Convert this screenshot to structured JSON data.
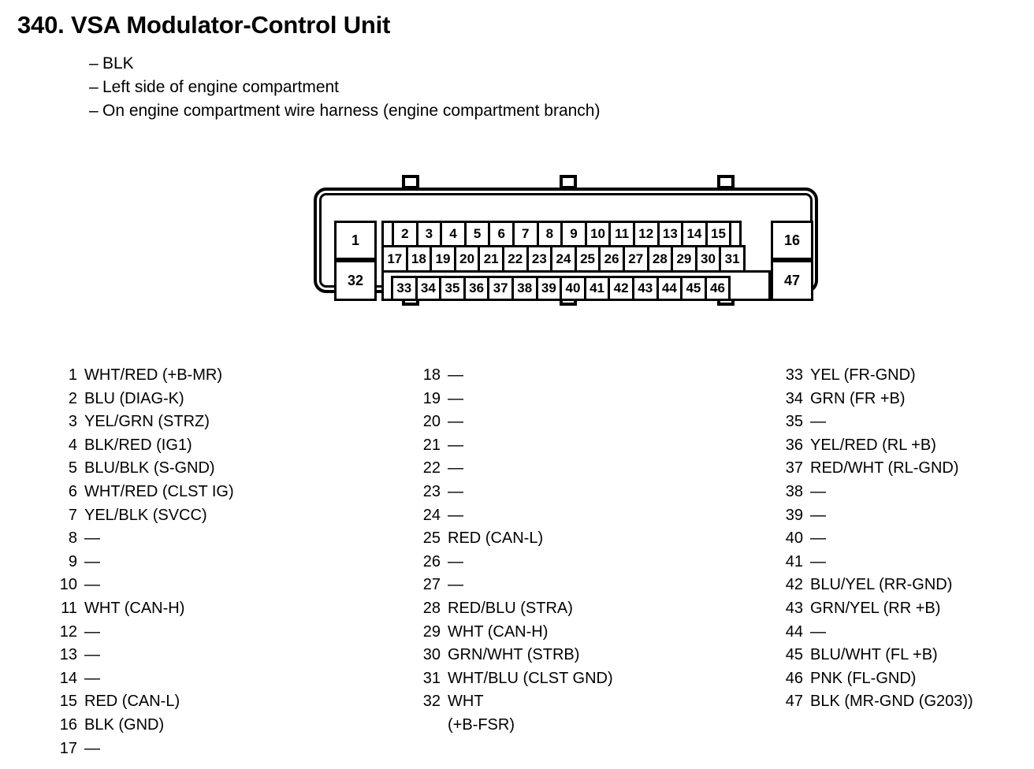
{
  "header": {
    "title": "340. VSA Modulator-Control Unit",
    "bullets": [
      "BLK",
      "Left side of engine compartment",
      "On engine compartment wire harness (engine compartment branch)"
    ],
    "bullet_dash": "–"
  },
  "connector": {
    "end_cells": {
      "top_left": "1",
      "top_right": "16",
      "bottom_left": "32",
      "bottom_right": "47"
    },
    "row1": [
      "2",
      "3",
      "4",
      "5",
      "6",
      "7",
      "8",
      "9",
      "10",
      "11",
      "12",
      "13",
      "14",
      "15"
    ],
    "row2": [
      "17",
      "18",
      "19",
      "20",
      "21",
      "22",
      "23",
      "24",
      "25",
      "26",
      "27",
      "28",
      "29",
      "30",
      "31"
    ],
    "row3": [
      "33",
      "34",
      "35",
      "36",
      "37",
      "38",
      "39",
      "40",
      "41",
      "42",
      "43",
      "44",
      "45",
      "46"
    ]
  },
  "pin_list": {
    "empty_marker": "—",
    "column1": [
      {
        "no": "1",
        "val": "WHT/RED (+B-MR)"
      },
      {
        "no": "2",
        "val": "BLU (DIAG-K)"
      },
      {
        "no": "3",
        "val": "YEL/GRN (STRZ)"
      },
      {
        "no": "4",
        "val": "BLK/RED (IG1)"
      },
      {
        "no": "5",
        "val": "BLU/BLK (S-GND)"
      },
      {
        "no": "6",
        "val": "WHT/RED (CLST IG)"
      },
      {
        "no": "7",
        "val": "YEL/BLK (SVCC)"
      },
      {
        "no": "8",
        "val": "—"
      },
      {
        "no": "9",
        "val": "—"
      },
      {
        "no": "10",
        "val": "—"
      },
      {
        "no": "11",
        "val": "WHT (CAN-H)"
      },
      {
        "no": "12",
        "val": "—"
      },
      {
        "no": "13",
        "val": "—"
      },
      {
        "no": "14",
        "val": "—"
      },
      {
        "no": "15",
        "val": "RED (CAN-L)"
      },
      {
        "no": "16",
        "val": "BLK (GND)"
      },
      {
        "no": "17",
        "val": "—"
      }
    ],
    "column2": [
      {
        "no": "18",
        "val": "—"
      },
      {
        "no": "19",
        "val": "—"
      },
      {
        "no": "20",
        "val": "—"
      },
      {
        "no": "21",
        "val": "—"
      },
      {
        "no": "22",
        "val": "—"
      },
      {
        "no": "23",
        "val": "—"
      },
      {
        "no": "24",
        "val": "—"
      },
      {
        "no": "25",
        "val": "RED (CAN-L)"
      },
      {
        "no": "26",
        "val": "—"
      },
      {
        "no": "27",
        "val": "—"
      },
      {
        "no": "28",
        "val": "RED/BLU (STRA)"
      },
      {
        "no": "29",
        "val": "WHT (CAN-H)"
      },
      {
        "no": "30",
        "val": "GRN/WHT (STRB)"
      },
      {
        "no": "31",
        "val": "WHT/BLU (CLST GND)"
      },
      {
        "no": "32",
        "val": "WHT",
        "cont": "(+B-FSR)"
      }
    ],
    "column3": [
      {
        "no": "33",
        "val": "YEL (FR-GND)"
      },
      {
        "no": "34",
        "val": "GRN (FR +B)"
      },
      {
        "no": "35",
        "val": "—"
      },
      {
        "no": "36",
        "val": "YEL/RED (RL +B)"
      },
      {
        "no": "37",
        "val": "RED/WHT (RL-GND)"
      },
      {
        "no": "38",
        "val": "—"
      },
      {
        "no": "39",
        "val": "—"
      },
      {
        "no": "40",
        "val": "—"
      },
      {
        "no": "41",
        "val": "—"
      },
      {
        "no": "42",
        "val": "BLU/YEL (RR-GND)"
      },
      {
        "no": "43",
        "val": "GRN/YEL (RR +B)"
      },
      {
        "no": "44",
        "val": "—"
      },
      {
        "no": "45",
        "val": "BLU/WHT (FL +B)"
      },
      {
        "no": "46",
        "val": "PNK (FL-GND)"
      },
      {
        "no": "47",
        "val": "BLK (MR-GND (G203))"
      }
    ]
  }
}
